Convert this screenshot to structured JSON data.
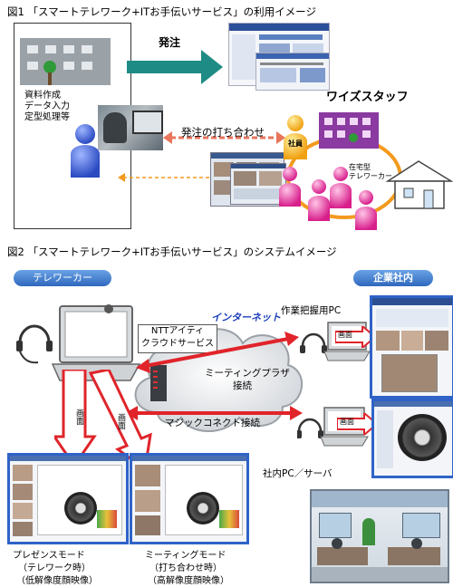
{
  "figure1": {
    "caption": "図1 「スマートテレワーク+ITお手伝いサービス」の利用イメージ",
    "tasks": [
      "資料作成",
      "データ入力",
      "定型処理等"
    ],
    "order_label": "発注",
    "meeting_label": "発注の打ち合わせ",
    "company_name": "ワイズスタッフ",
    "staff_badge": "社員",
    "home_worker": [
      "在宅型",
      "テレワーカー"
    ]
  },
  "figure2": {
    "caption": "図2 「スマートテレワーク+ITお手伝いサービス」のシステムイメージ",
    "teleworker_tab": "テレワーカー",
    "office_tab": "企業社内",
    "internet_label": "インターネット",
    "cloud_service": [
      "NTTアイティ",
      "クラウドサービス"
    ],
    "meeting_plaza": [
      "ミーティングプラザ",
      "接続"
    ],
    "magic_connect": "マジックコネクト接続",
    "pc_monitor_label": "作業把握用PC",
    "screen_label": "画面",
    "office_pc_label": "社内PC／サーバ",
    "presence_mode": [
      "プレゼンスモード",
      "（テレワーク時）",
      "（低解像度顔映像）"
    ],
    "meeting_mode": [
      "ミーティングモード",
      "（打ち合わせ時）",
      "（高解像度顔映像）"
    ]
  },
  "colors": {
    "teal_arrow": "#1e8c84",
    "red_arrow": "#e0242a",
    "person_blue": "#3b5fd6",
    "person_pink": "#e8309a",
    "orange_ring": "#f39a1e",
    "tab_blue": "#3f7fd0",
    "building_purple": "#8a3aa0"
  }
}
